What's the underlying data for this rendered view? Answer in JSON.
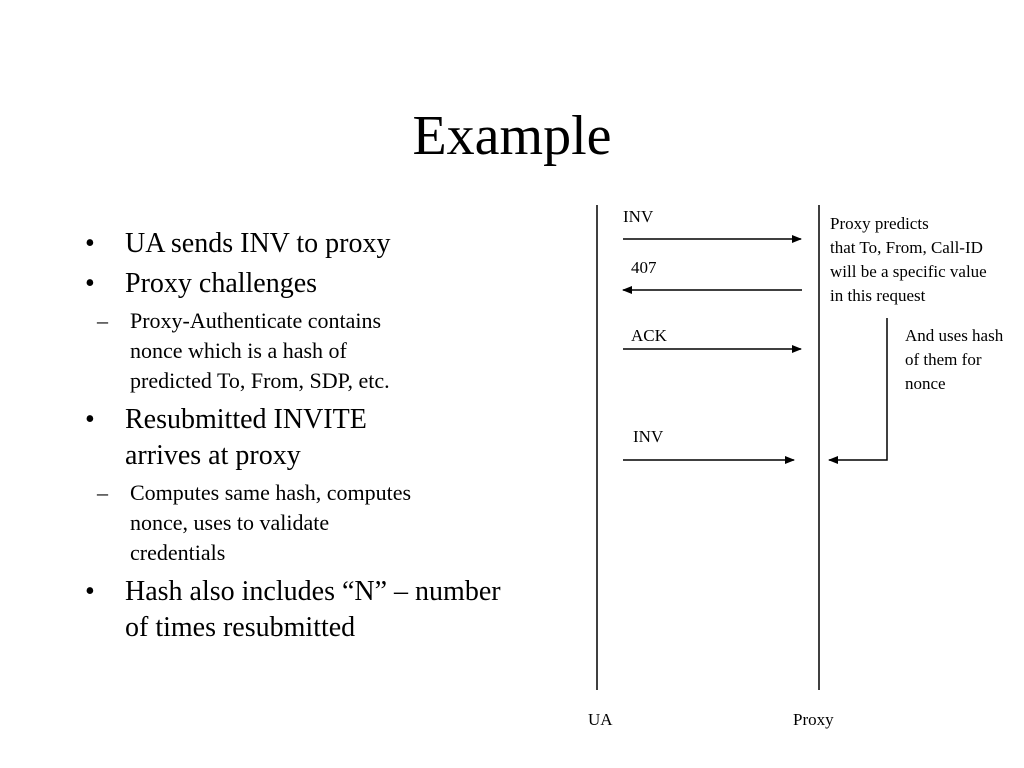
{
  "title": "Example",
  "bullets": [
    {
      "text": "UA sends INV to proxy",
      "sub": []
    },
    {
      "text": "Proxy challenges",
      "sub": [
        "Proxy-Authenticate contains nonce which is a hash of predicted To, From, SDP, etc."
      ]
    },
    {
      "text": "Resubmitted INVITE arrives at proxy",
      "sub": [
        "Computes same hash, computes nonce, uses to validate credentials"
      ]
    },
    {
      "text": "Hash also includes “N” – number of times resubmitted",
      "sub": []
    }
  ],
  "diagram": {
    "ua_label": "UA",
    "proxy_label": "Proxy",
    "messages": [
      "INV",
      "407",
      "ACK",
      "INV"
    ],
    "note1": [
      "Proxy predicts",
      "that To, From, Call-ID",
      "will be a specific value",
      "in this request"
    ],
    "note2": [
      "And uses hash",
      "of them for",
      "nonce"
    ]
  }
}
